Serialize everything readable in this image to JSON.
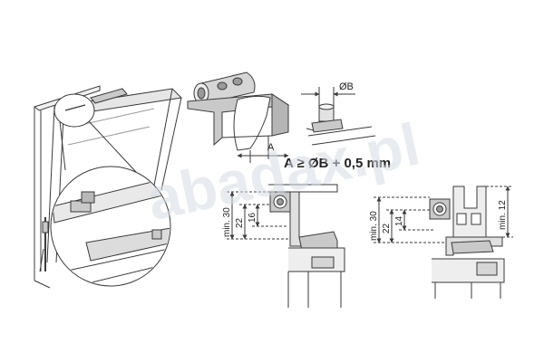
{
  "watermark": "abadax.pl",
  "hinge_detail": {
    "label_a": "A",
    "label_b": "ØB",
    "formula": "A ≥ ØB + 0,5 mm"
  },
  "section_left": {
    "dims": [
      "min. 30",
      "22",
      "16"
    ]
  },
  "section_right": {
    "dims": [
      "min. 30",
      "22",
      "14",
      "min. 12"
    ]
  },
  "colors": {
    "line": "#3a3a3a",
    "fill_gray": "#c9c9c9",
    "fill_light": "#e8e8e8",
    "watermark": "#d5dde6"
  }
}
